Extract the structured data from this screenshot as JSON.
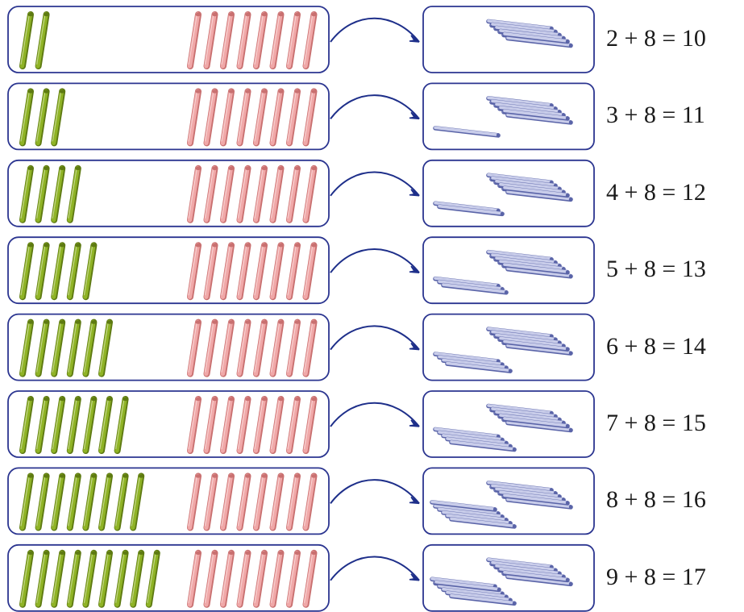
{
  "rows": [
    {
      "green": 2,
      "pink": 8,
      "ten_bundle": 1,
      "loose_right": 0,
      "equation": "2 + 8 = 10"
    },
    {
      "green": 3,
      "pink": 8,
      "ten_bundle": 1,
      "loose_right": 1,
      "equation": "3 + 8 = 11"
    },
    {
      "green": 4,
      "pink": 8,
      "ten_bundle": 1,
      "loose_right": 2,
      "equation": "4 + 8 = 12"
    },
    {
      "green": 5,
      "pink": 8,
      "ten_bundle": 1,
      "loose_right": 3,
      "equation": "5 + 8 = 13"
    },
    {
      "green": 6,
      "pink": 8,
      "ten_bundle": 1,
      "loose_right": 4,
      "equation": "6 + 8 = 14"
    },
    {
      "green": 7,
      "pink": 8,
      "ten_bundle": 1,
      "loose_right": 5,
      "equation": "7 + 8 = 15"
    },
    {
      "green": 8,
      "pink": 8,
      "ten_bundle": 1,
      "loose_right": 6,
      "equation": "8 + 8 = 16"
    },
    {
      "green": 9,
      "pink": 8,
      "ten_bundle": 1,
      "loose_right": 7,
      "equation": "9 + 8 = 17"
    }
  ],
  "colors": {
    "green_stick": "#8fb326",
    "green_stick_dark": "#5e7a12",
    "pink_stick": "#f0a8a8",
    "pink_stick_dark": "#c97070",
    "blue_stick": "#c9cdea",
    "blue_stick_dark": "#5a64a8",
    "frame": "#2b3590",
    "arrow": "#1e2f8a"
  }
}
